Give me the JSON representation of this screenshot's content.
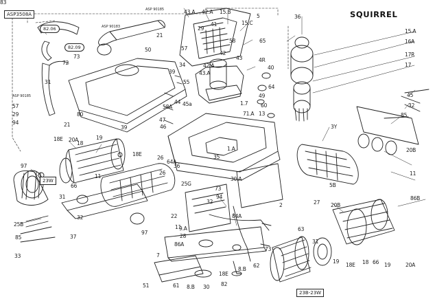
{
  "title": "SQUIRREL",
  "boxed": [
    "ASP3508A",
    "23W",
    "23B-23W"
  ],
  "pills": [
    "82.06",
    "82.09"
  ],
  "tiny": [
    "ASP 90185",
    "ASP 90183",
    "ASP 90185"
  ],
  "labels": [
    "43.A",
    "42.A",
    "15.B",
    "15.C",
    "36",
    "15.A",
    "16A",
    "17R",
    "17",
    "29",
    "57",
    "41",
    "5",
    "50",
    "21",
    "58",
    "42",
    "43",
    "65",
    "4R",
    "40",
    "64",
    "73",
    "72",
    "34",
    "31",
    "55",
    "39",
    "42.A",
    "43.A",
    "45a",
    "58A",
    "44",
    "47",
    "46",
    "49",
    "60",
    "57",
    "29",
    "94",
    "21",
    "80",
    "39",
    "1.7",
    "71.A",
    "13",
    "18E",
    "20A",
    "18",
    "19",
    "18E",
    "45",
    "32",
    "85",
    "3Y",
    "26",
    "64A",
    "36",
    "35",
    "1.A",
    "30.A",
    "20B",
    "11",
    "97",
    "31",
    "66",
    "11",
    "26",
    "25G",
    "73",
    "94",
    "5B",
    "25B",
    "32",
    "37",
    "85",
    "33",
    "32",
    "9.A",
    "22",
    "97",
    "11",
    "28",
    "2",
    "27",
    "20B",
    "86B",
    "86A",
    "84A",
    "7",
    "61",
    "63",
    "31",
    "66",
    "18",
    "19",
    "18E",
    "19",
    "20A",
    "18E",
    "8.B",
    "62",
    "73",
    "82",
    "8.B",
    "51",
    "30",
    "83"
  ]
}
